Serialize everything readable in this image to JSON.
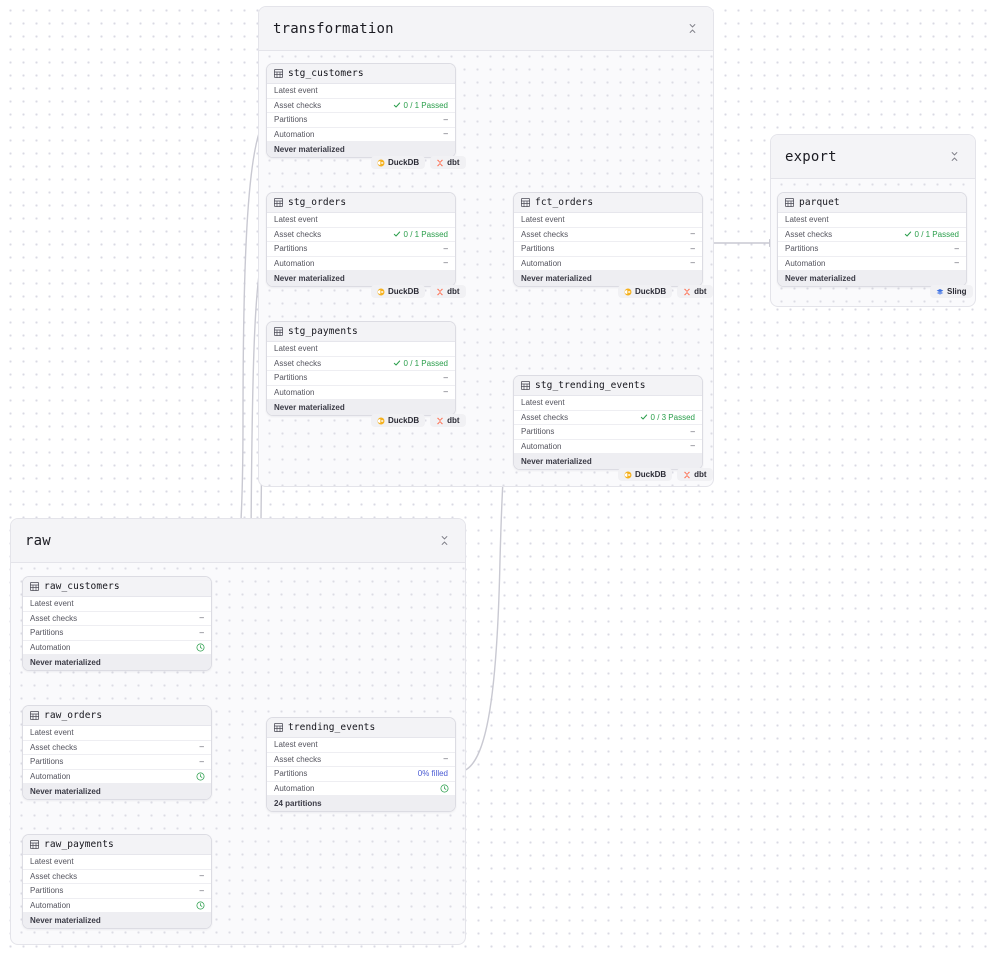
{
  "canvas": {
    "background": "#ffffff",
    "dot_color": "#d9d9e3"
  },
  "colors": {
    "accent_green": "#2a9e4b",
    "accent_blue": "#4a5bd4",
    "duckdb_yellow": "#f5b11e",
    "dbt_orange": "#ff694a",
    "sling_blue": "#3b6fe0",
    "group_bg": "#fafafc",
    "node_header_bg": "#f3f3f6"
  },
  "rows": {
    "latest_event": "Latest event",
    "asset_checks": "Asset checks",
    "partitions": "Partitions",
    "automation": "Automation",
    "never_materialized": "Never materialized",
    "dash": "–"
  },
  "groups": [
    {
      "id": "transformation",
      "title": "transformation",
      "collapse_icon": "collapse-icon"
    },
    {
      "id": "export",
      "title": "export",
      "collapse_icon": "collapse-icon"
    },
    {
      "id": "raw",
      "title": "raw",
      "collapse_icon": "collapse-icon"
    }
  ],
  "nodes": [
    {
      "id": "stg_customers",
      "title": "stg_customers",
      "group": "transformation",
      "latest_event": "Latest event",
      "latest_event_value": "",
      "asset_checks_label": "Asset checks",
      "asset_checks_value": "0 / 1 Passed",
      "asset_checks_state": "passed",
      "partitions_label": "Partitions",
      "partitions_value": "–",
      "partitions_state": "none",
      "automation_label": "Automation",
      "automation_value": "–",
      "automation_state": "none",
      "footer": "Never materialized",
      "tags": [
        {
          "label": "DuckDB",
          "icon": "duckdb-icon"
        },
        {
          "label": "dbt",
          "icon": "dbt-icon"
        }
      ]
    },
    {
      "id": "stg_orders",
      "title": "stg_orders",
      "group": "transformation",
      "latest_event": "Latest event",
      "latest_event_value": "",
      "asset_checks_label": "Asset checks",
      "asset_checks_value": "0 / 1 Passed",
      "asset_checks_state": "passed",
      "partitions_label": "Partitions",
      "partitions_value": "–",
      "partitions_state": "none",
      "automation_label": "Automation",
      "automation_value": "–",
      "automation_state": "none",
      "footer": "Never materialized",
      "tags": [
        {
          "label": "DuckDB",
          "icon": "duckdb-icon"
        },
        {
          "label": "dbt",
          "icon": "dbt-icon"
        }
      ]
    },
    {
      "id": "stg_payments",
      "title": "stg_payments",
      "group": "transformation",
      "latest_event": "Latest event",
      "latest_event_value": "",
      "asset_checks_label": "Asset checks",
      "asset_checks_value": "0 / 1 Passed",
      "asset_checks_state": "passed",
      "partitions_label": "Partitions",
      "partitions_value": "–",
      "partitions_state": "none",
      "automation_label": "Automation",
      "automation_value": "–",
      "automation_state": "none",
      "footer": "Never materialized",
      "tags": [
        {
          "label": "DuckDB",
          "icon": "duckdb-icon"
        },
        {
          "label": "dbt",
          "icon": "dbt-icon"
        }
      ]
    },
    {
      "id": "fct_orders",
      "title": "fct_orders",
      "group": "transformation",
      "latest_event": "Latest event",
      "latest_event_value": "",
      "asset_checks_label": "Asset checks",
      "asset_checks_value": "–",
      "asset_checks_state": "none",
      "partitions_label": "Partitions",
      "partitions_value": "–",
      "partitions_state": "none",
      "automation_label": "Automation",
      "automation_value": "–",
      "automation_state": "none",
      "footer": "Never materialized",
      "tags": [
        {
          "label": "DuckDB",
          "icon": "duckdb-icon"
        },
        {
          "label": "dbt",
          "icon": "dbt-icon"
        }
      ]
    },
    {
      "id": "stg_trending_events",
      "title": "stg_trending_events",
      "group": "transformation",
      "latest_event": "Latest event",
      "latest_event_value": "",
      "asset_checks_label": "Asset checks",
      "asset_checks_value": "0 / 3 Passed",
      "asset_checks_state": "passed",
      "partitions_label": "Partitions",
      "partitions_value": "–",
      "partitions_state": "none",
      "automation_label": "Automation",
      "automation_value": "–",
      "automation_state": "none",
      "footer": "Never materialized",
      "tags": [
        {
          "label": "DuckDB",
          "icon": "duckdb-icon"
        },
        {
          "label": "dbt",
          "icon": "dbt-icon"
        }
      ]
    },
    {
      "id": "parquet",
      "title": "parquet",
      "group": "export",
      "latest_event": "Latest event",
      "latest_event_value": "",
      "asset_checks_label": "Asset checks",
      "asset_checks_value": "0 / 1 Passed",
      "asset_checks_state": "passed",
      "partitions_label": "Partitions",
      "partitions_value": "–",
      "partitions_state": "none",
      "automation_label": "Automation",
      "automation_value": "–",
      "automation_state": "none",
      "footer": "Never materialized",
      "tags": [
        {
          "label": "Sling",
          "icon": "sling-icon"
        }
      ]
    },
    {
      "id": "raw_customers",
      "title": "raw_customers",
      "group": "raw",
      "latest_event": "Latest event",
      "latest_event_value": "",
      "asset_checks_label": "Asset checks",
      "asset_checks_value": "–",
      "asset_checks_state": "none",
      "partitions_label": "Partitions",
      "partitions_value": "–",
      "partitions_state": "none",
      "automation_label": "Automation",
      "automation_value": "",
      "automation_state": "clock",
      "footer": "Never materialized",
      "tags": []
    },
    {
      "id": "raw_orders",
      "title": "raw_orders",
      "group": "raw",
      "latest_event": "Latest event",
      "latest_event_value": "",
      "asset_checks_label": "Asset checks",
      "asset_checks_value": "–",
      "asset_checks_state": "none",
      "partitions_label": "Partitions",
      "partitions_value": "–",
      "partitions_state": "none",
      "automation_label": "Automation",
      "automation_value": "",
      "automation_state": "clock",
      "footer": "Never materialized",
      "tags": []
    },
    {
      "id": "raw_payments",
      "title": "raw_payments",
      "group": "raw",
      "latest_event": "Latest event",
      "latest_event_value": "",
      "asset_checks_label": "Asset checks",
      "asset_checks_value": "–",
      "asset_checks_state": "none",
      "partitions_label": "Partitions",
      "partitions_value": "–",
      "partitions_state": "none",
      "automation_label": "Automation",
      "automation_value": "",
      "automation_state": "clock",
      "footer": "Never materialized",
      "tags": []
    },
    {
      "id": "trending_events",
      "title": "trending_events",
      "group": "raw",
      "latest_event": "Latest event",
      "latest_event_value": "",
      "asset_checks_label": "Asset checks",
      "asset_checks_value": "–",
      "asset_checks_state": "none",
      "partitions_label": "Partitions",
      "partitions_value": "0% filled",
      "partitions_state": "blue",
      "automation_label": "Automation",
      "automation_value": "",
      "automation_state": "clock",
      "footer": "24 partitions",
      "tags": []
    }
  ]
}
